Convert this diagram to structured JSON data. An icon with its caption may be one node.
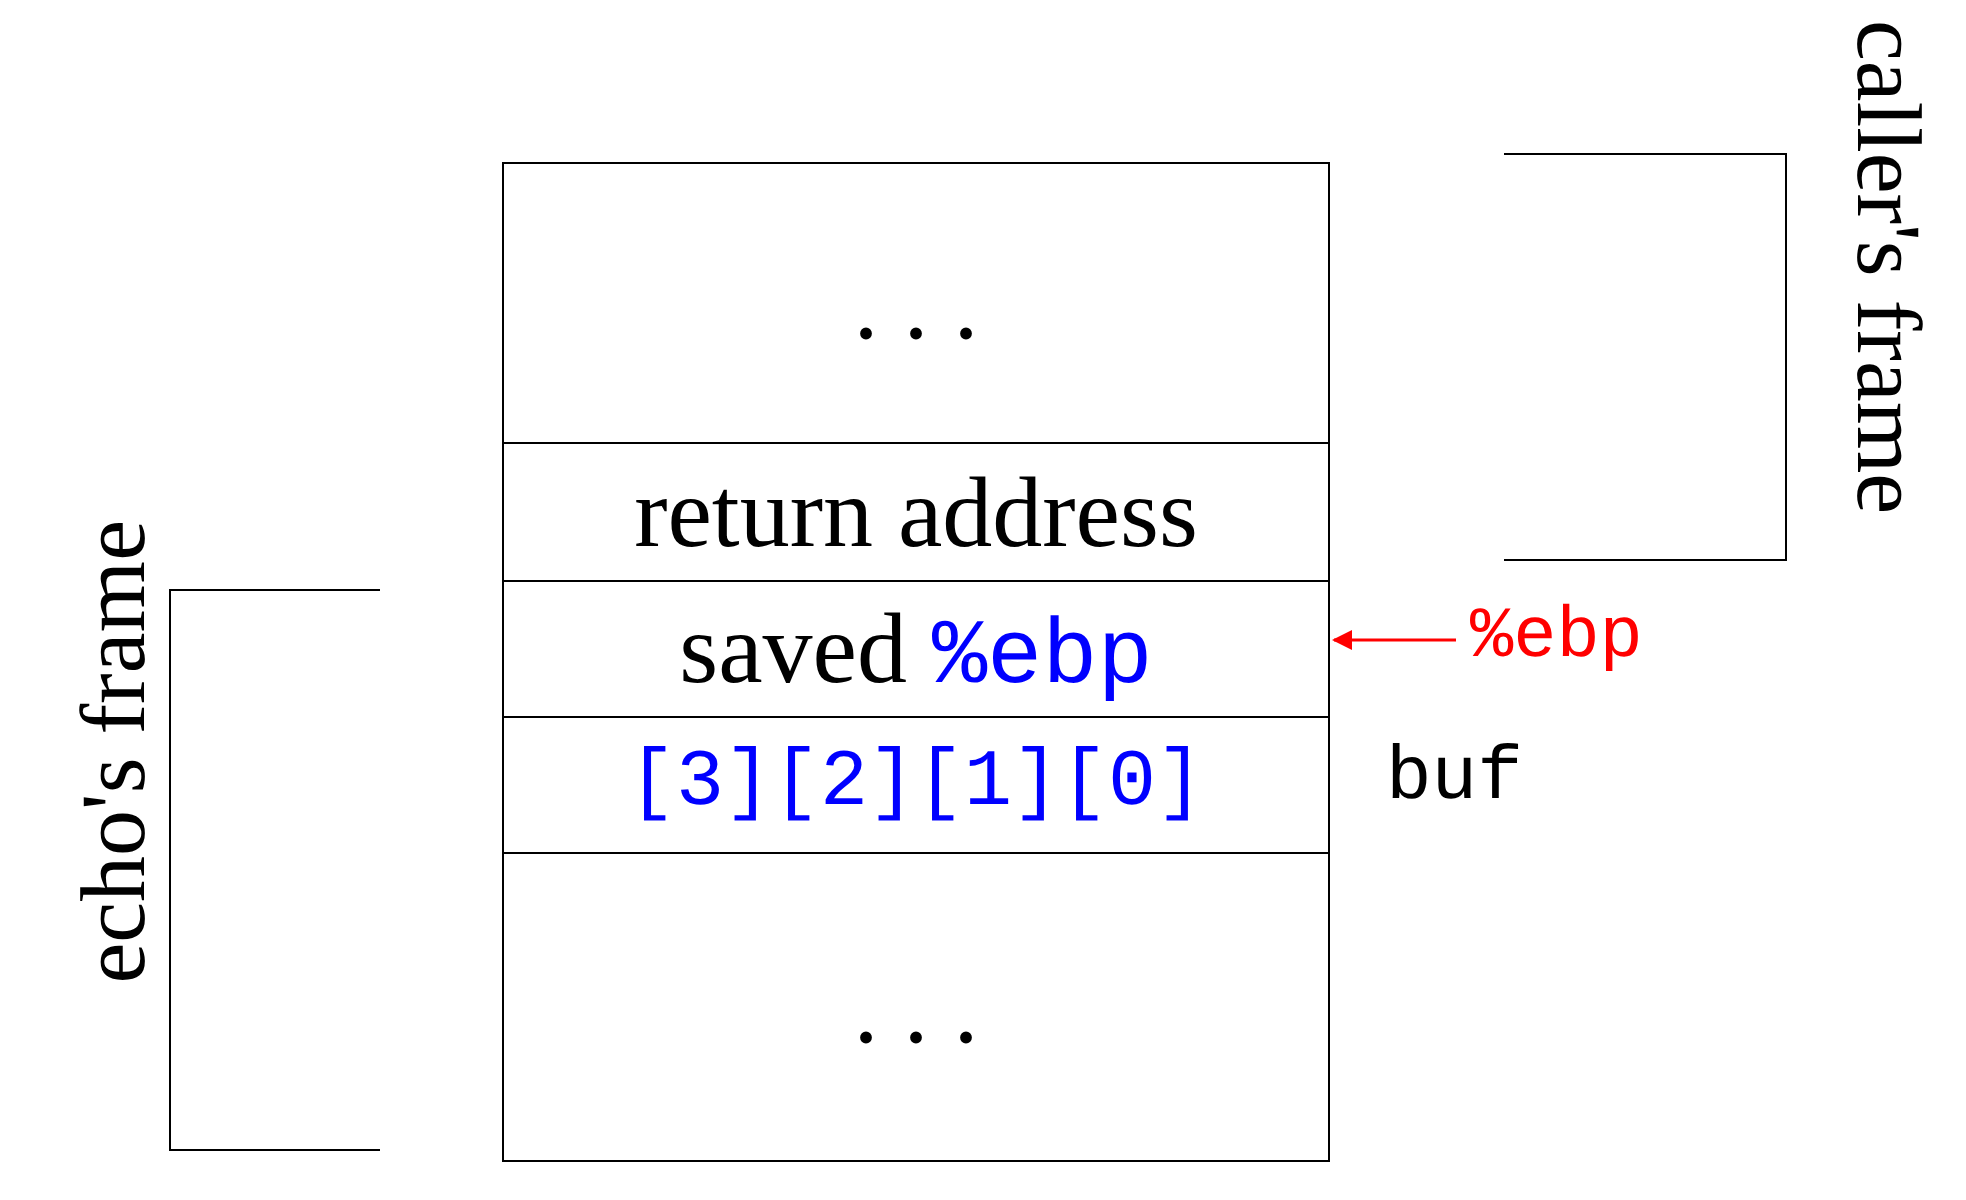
{
  "diagram": {
    "nodes": [
      {
        "text": [
          ". . ."
        ]
      },
      {
        "text": [
          "return address"
        ]
      },
      {
        "text": [
          "saved %ebp"
        ]
      },
      {
        "text": [
          "[3][2][1][0]"
        ]
      },
      {
        "text": [
          ". . ."
        ]
      },
      {
        "text": [
          "%ebp"
        ]
      }
    ],
    "edges": [
      {
        "from": 5,
        "to": 2,
        "arrow": "to",
        "color": "#ff0000"
      }
    ],
    "labels": [
      "buf",
      "caller's frame",
      "echo's frame"
    ]
  }
}
